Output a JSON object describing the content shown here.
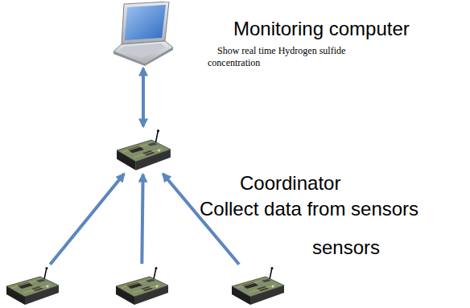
{
  "diagram": {
    "nodes": [
      {
        "text": [
          "Monitoring computer",
          "Show real time Hydrogen sulfide concentration"
        ]
      },
      {
        "text": [
          "Coordinator",
          "Collect data from sensors"
        ]
      },
      {
        "text": []
      },
      {
        "text": []
      },
      {
        "text": [
          "sensors"
        ]
      }
    ],
    "edges": [
      {
        "from": 0,
        "to": 1,
        "arrow": "both"
      },
      {
        "from": 2,
        "to": 1,
        "arrow": "to"
      },
      {
        "from": 3,
        "to": 1,
        "arrow": "to"
      },
      {
        "from": 4,
        "to": 1,
        "arrow": "to"
      }
    ]
  }
}
